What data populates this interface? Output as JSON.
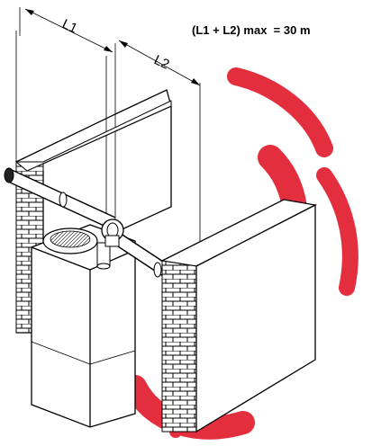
{
  "annotation": {
    "formula": "(L1 + L2) max  = 30 m",
    "dim1_label": "L1",
    "dim2_label": "L2"
  },
  "colors": {
    "ink": "#000000",
    "watermark": "#e0182a",
    "wall_face": "#f2f2f2",
    "paper": "#ffffff"
  },
  "icons": {
    "wall_left": "brick-wall-icon",
    "wall_right": "brick-wall-icon",
    "boiler": "boiler-unit-icon",
    "flue_pipe": "horizontal-flue-pipe-icon"
  }
}
